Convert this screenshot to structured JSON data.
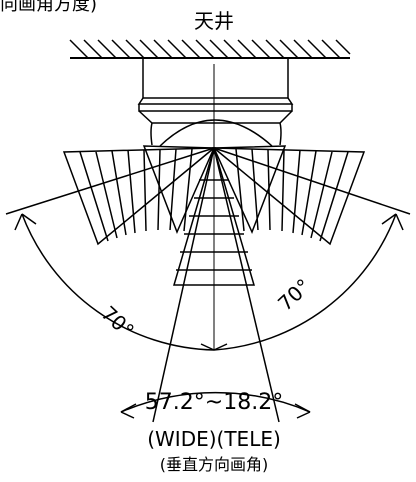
{
  "cropped_header": "向画角方度)",
  "ceiling_label": "天井",
  "tilt_angle_left": "70°",
  "tilt_angle_right": "70°",
  "view_angle_range": "57.2°~18.2°",
  "mode_labels": "(WIDE)(TELE)",
  "caption": "(垂直方向画角)"
}
